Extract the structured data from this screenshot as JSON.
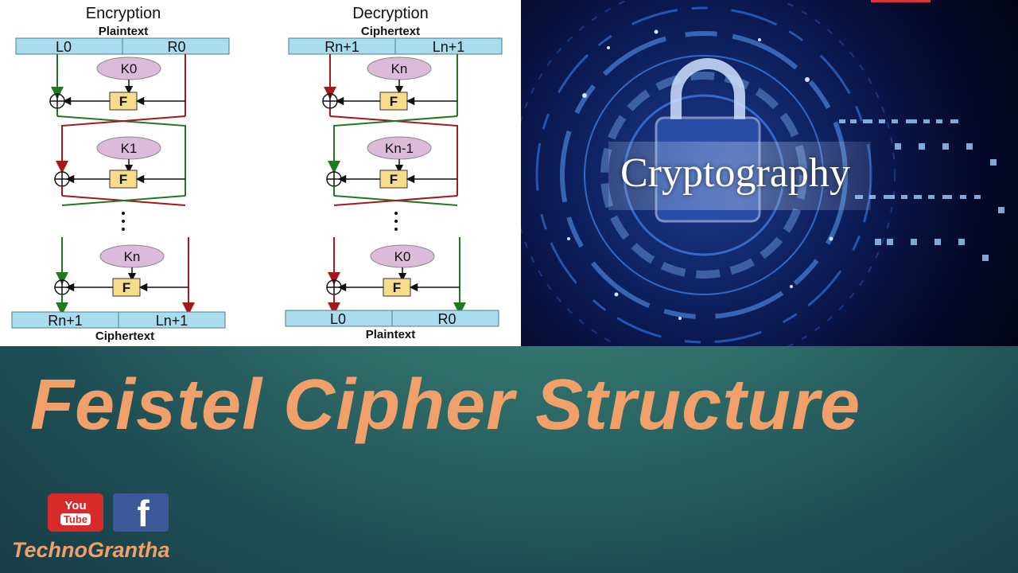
{
  "diagram": {
    "encryption": {
      "title": "Encryption",
      "top_label": "Plaintext",
      "top_left": "L0",
      "top_right": "R0",
      "keys": [
        "K0",
        "K1",
        "Kn"
      ],
      "f_label": "F",
      "bottom_left": "Rn+1",
      "bottom_right": "Ln+1",
      "bottom_label": "Ciphertext"
    },
    "decryption": {
      "title": "Decryption",
      "top_label": "Ciphertext",
      "top_left": "Rn+1",
      "top_right": "Ln+1",
      "keys": [
        "Kn",
        "Kn-1",
        "K0"
      ],
      "f_label": "F",
      "bottom_left": "L0",
      "bottom_right": "R0",
      "bottom_label": "Plaintext"
    }
  },
  "banner_image": {
    "text": "Cryptography",
    "icon": "padlock-icon"
  },
  "title": "Feistel Cipher Structure",
  "social": {
    "youtube": {
      "word1": "You",
      "word2": "Tube",
      "icon": "youtube-icon",
      "color": "#d72a2a"
    },
    "facebook": {
      "glyph": "f",
      "icon": "facebook-icon",
      "color": "#3b5998"
    }
  },
  "brand": "TechnoGrantha",
  "colors": {
    "title": "#f2a06a",
    "key_oval": "#dcbad9",
    "f_box": "#f7dc8c",
    "block_fill": "#a9dcec",
    "line_green": "#1f7a1f",
    "line_red": "#a31818"
  }
}
